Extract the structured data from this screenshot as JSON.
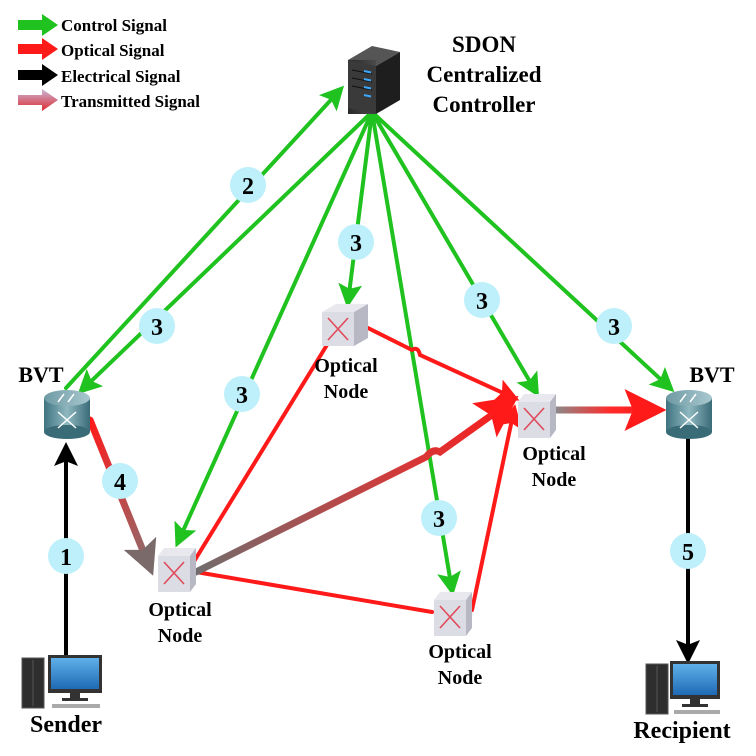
{
  "legend": {
    "items": [
      {
        "label": "Control Signal",
        "color": "#1fc21f"
      },
      {
        "label": "Optical Signal",
        "color": "#ff1a1a"
      },
      {
        "label": "Electrical Signal",
        "color": "#000000"
      },
      {
        "label": "Transmitted  Signal",
        "color": "#e05060"
      }
    ]
  },
  "controller": {
    "title_lines": [
      "SDON",
      "Centralized",
      "Controller"
    ]
  },
  "nodes": {
    "bvt_left": "BVT",
    "bvt_right": "BVT",
    "optical_label_line1": "Optical",
    "optical_label_line2": "Node",
    "sender": "Sender",
    "recipient": "Recipient"
  },
  "steps": {
    "s1": "1",
    "s2": "2",
    "s3": "3",
    "s4": "4",
    "s5": "5"
  },
  "colors": {
    "control": "#1fc21f",
    "optical": "#ff1a1a",
    "electrical": "#000000",
    "badge": "#bdf0fb"
  }
}
